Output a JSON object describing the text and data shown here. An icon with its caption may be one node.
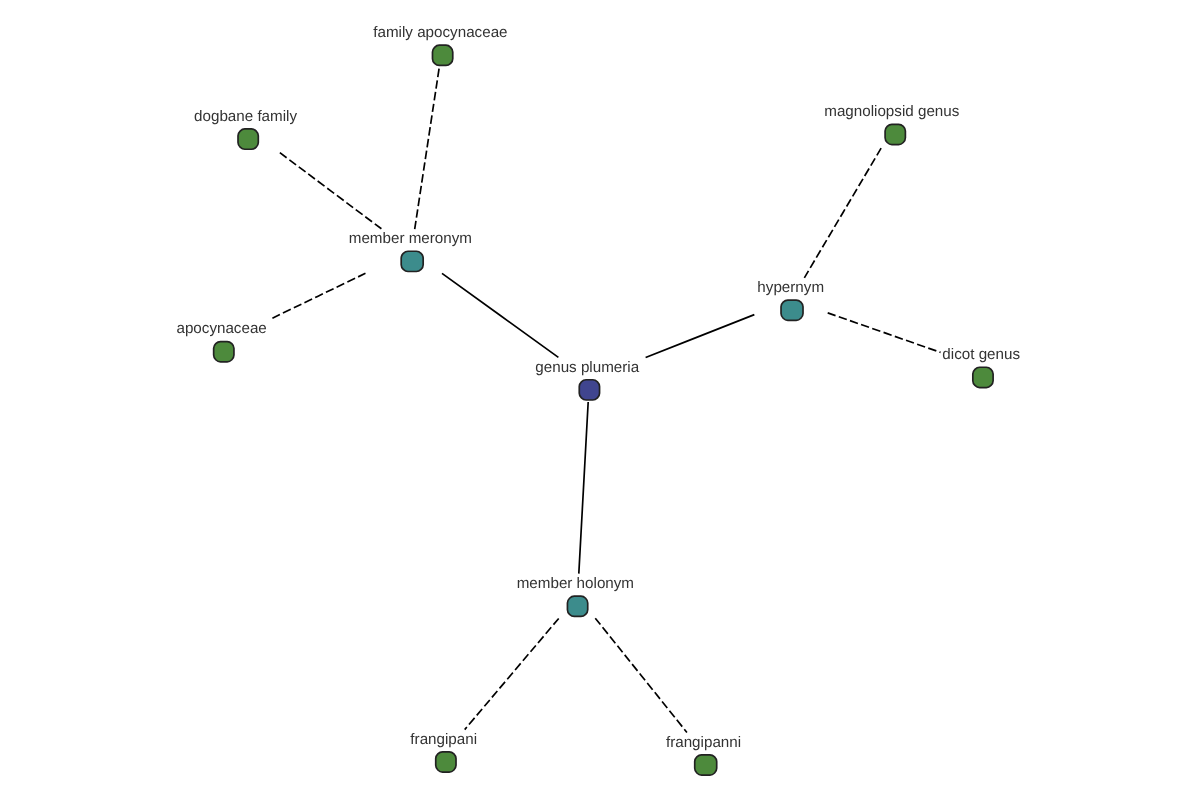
{
  "diagram": {
    "nodes": [
      {
        "text": [
          "genus plumeria"
        ]
      },
      {
        "text": [
          "hypernym"
        ]
      },
      {
        "text": [
          "dicot genus"
        ]
      },
      {
        "text": [
          "magnoliopsid genus"
        ]
      },
      {
        "text": [
          "member meronym"
        ]
      },
      {
        "text": [
          "dogbane family"
        ]
      },
      {
        "text": [
          "apocynaceae"
        ]
      },
      {
        "text": [
          "family apocynaceae"
        ]
      },
      {
        "text": [
          "member holonym"
        ]
      },
      {
        "text": [
          "frangipanni"
        ]
      },
      {
        "text": [
          "frangipani"
        ]
      }
    ],
    "edges": [
      {
        "from": 0,
        "to": 1,
        "arrow": "none"
      },
      {
        "from": 1,
        "to": 2,
        "arrow": "none",
        "style": "dashed"
      },
      {
        "from": 1,
        "to": 3,
        "arrow": "none",
        "style": "dashed"
      },
      {
        "from": 0,
        "to": 4,
        "arrow": "none"
      },
      {
        "from": 4,
        "to": 5,
        "arrow": "none",
        "style": "dashed"
      },
      {
        "from": 4,
        "to": 6,
        "arrow": "none",
        "style": "dashed"
      },
      {
        "from": 4,
        "to": 7,
        "arrow": "none",
        "style": "dashed"
      },
      {
        "from": 0,
        "to": 8,
        "arrow": "none"
      },
      {
        "from": 8,
        "to": 9,
        "arrow": "none",
        "style": "dashed"
      },
      {
        "from": 8,
        "to": 10,
        "arrow": "none",
        "style": "dashed"
      }
    ]
  }
}
